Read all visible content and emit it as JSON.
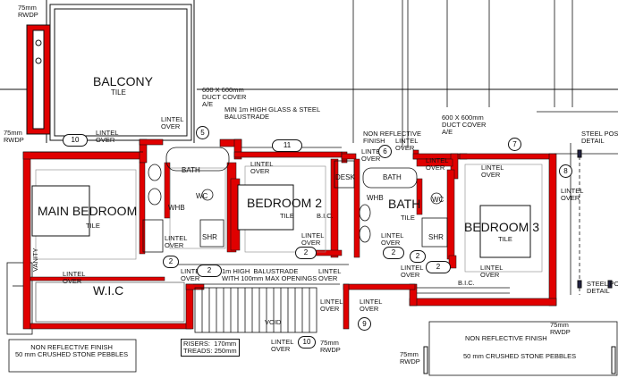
{
  "plan": {
    "spaces": {
      "balcony": "BALCONY",
      "balcony_tile": "TILE",
      "main_bedroom": "MAIN BEDROOM",
      "main_bedroom_tile": "TILE",
      "wic": "W.I.C",
      "vanity": "VANITY",
      "bath1": "BATH",
      "wc1": "WC",
      "whb1": "WHB",
      "shr1": "SHR",
      "bedroom2": "BEDROOM 2",
      "bedroom2_tile": "TILE",
      "bedroom2_bic": "B.I.C.",
      "desk": "DESK",
      "bath2": "BATH",
      "bath2_tile": "TILE",
      "bath2_inner": "BATH",
      "whb2": "WHB",
      "wc2": "WC",
      "shr2": "SHR",
      "bedroom3": "BEDROOM 3",
      "bedroom3_tile": "TILE",
      "bedroom3_bic": "B.I.C.",
      "void": "VOID"
    },
    "notes": {
      "rwdp_top": "75mm\nRWDP",
      "rwdp_left": "75mm\nRWDP",
      "rwdp_bottom_mid": "75mm\nRWDP",
      "rwdp_bottom_right_a": "75mm\nRWDP",
      "rwdp_bottom_right_b": "75mm\nRWDP",
      "duct_left": "600 X 600mm\nDUCT COVER\nA/E",
      "duct_right": "600 X 600mm\nDUCT COVER\nA/E",
      "balustrade_glass": "MIN 1m HIGH GLASS & STEEL\nBALUSTRADE",
      "balustrade_void": "1m HIGH  BALUSTRADE\nWITH 100mm MAX OPENINGS",
      "nonreflective_top": "NON REFLECTIVE\nFINISH",
      "nonreflective_left": "NON REFLECTIVE FINISH\n50 mm CRUSHED STONE PEBBLES",
      "nonreflective_right": "NON REFLECTIVE FINISH",
      "pebbles_right": "50 mm CRUSHED STONE PEBBLES",
      "steel_post_top": "STEEL POST\nDETAIL",
      "steel_post_bottom": "STEEL POST\nDETAIL",
      "risers": "RISERS:  170mm\nTREADS: 250mm"
    },
    "lintels": [
      "LINTEL\nOVER",
      "LINTEL\nOVER",
      "LINTEL\nOVER",
      "LINTEL\nOVER",
      "LINTEL\nOVER",
      "LINTEL\nOVER",
      "LINTEL\nOVER",
      "LINTEL\nOVER",
      "LINTEL\nOVER",
      "LINTEL\nOVER",
      "LINTEL\nOVER",
      "LINTEL\nOVER",
      "LINTEL\nOVER",
      "LINTEL\nOVER",
      "LINTEL\nOVER",
      "LINTEL\nOVER",
      "LINTEL\nOVER",
      "LINTEL\nOVER",
      "LINTEL\nOVER"
    ],
    "window_tags": [
      "10",
      "11",
      "2",
      "2",
      "2",
      "2",
      "2",
      "2",
      "10"
    ],
    "door_tags": [
      "5",
      "6",
      "7",
      "8",
      "9"
    ]
  },
  "colors": {
    "wall": "#e00000",
    "line": "#111111",
    "hatch": "#333333",
    "bg": "#ffffff"
  }
}
